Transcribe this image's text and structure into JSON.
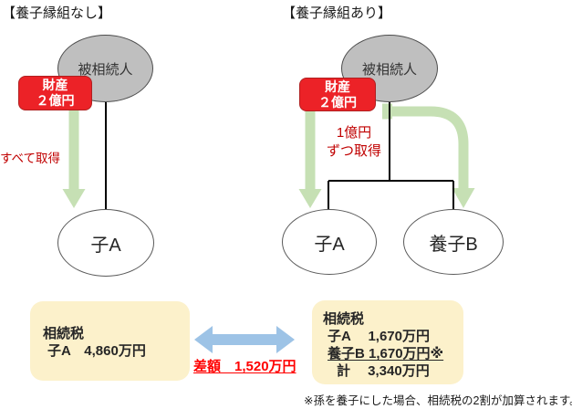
{
  "colors": {
    "red_box": "#EC2227",
    "dark_red_text": "#C00000",
    "green_arrow": "#C6E0B4",
    "blue_arrow": "#9DC3E6",
    "yellow_box": "#FCF1CB",
    "gray_ellipse": "#BFBFBF",
    "diff_red": "#FF0000"
  },
  "left_panel": {
    "title": "【養子縁組なし】",
    "parent_label": "被相続人",
    "asset_label": "財産\n２億円",
    "transfer_label": "すべて取得",
    "child_label": "子A",
    "tax_title": "相続税",
    "tax_line": "子A　4,860万円"
  },
  "right_panel": {
    "title": "【養子縁組あり】",
    "parent_label": "被相続人",
    "asset_label": "財産\n２億円",
    "transfer_label": "1億円\nずつ取得",
    "child_a_label": "子A",
    "child_b_label": "養子B",
    "tax_title": "相続税",
    "tax_line_a": "子A　 1,670万円",
    "tax_line_b": "養子B 1,670万円※",
    "tax_line_total": "　計　 3,340万円"
  },
  "difference_label": "差額　1,520万円",
  "footnote": "※孫を養子にした場合、相続税の2割が加算されます。"
}
